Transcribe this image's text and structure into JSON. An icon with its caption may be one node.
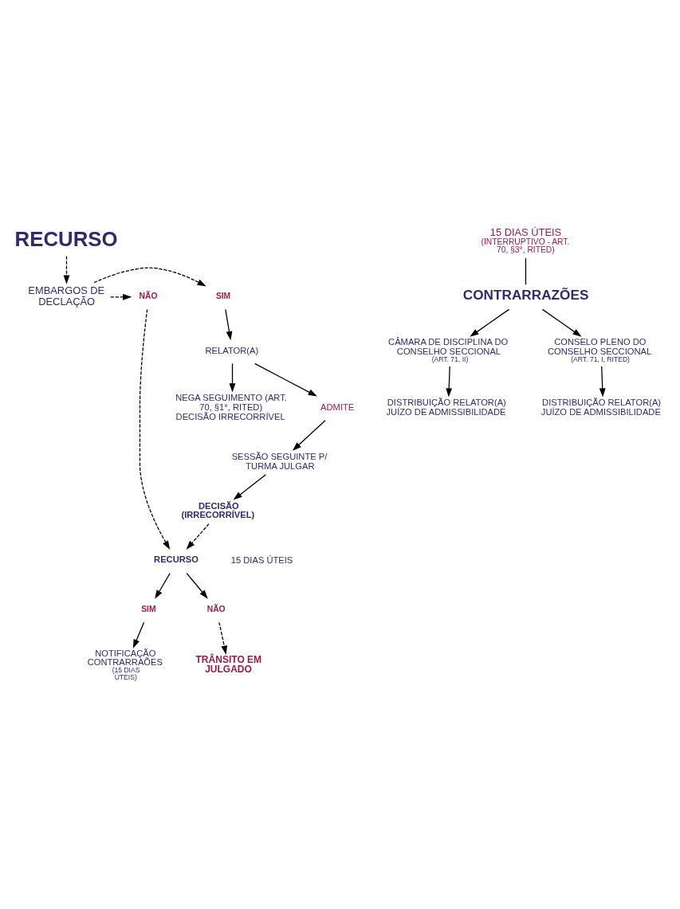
{
  "diagram": {
    "nodes": [
      {
        "text": [
          "RECURSO"
        ]
      },
      {
        "text": [
          "EMBARGOS DE DECLAÇÃO"
        ]
      },
      {
        "text": [
          "15 DIAS ÚTEIS",
          "(INTERRUPTIVO - ART. 70, §3°, RITED)"
        ]
      },
      {
        "text": [
          "SIM"
        ]
      },
      {
        "text": [
          "NÃO"
        ]
      },
      {
        "text": [
          "RELATOR(A)"
        ]
      },
      {
        "text": [
          "ADMITE"
        ]
      },
      {
        "text": [
          "NEGA SEGUIMENTO (ART. 70, §1°, RITED) DECISÃO IRRECORRÍVEL"
        ]
      },
      {
        "text": [
          "SESSÃO SEGUINTE P/ TURMA JULGAR"
        ]
      },
      {
        "text": [
          "DECISÃO (IRRECORRÍVEL)"
        ]
      },
      {
        "text": [
          "RECURSO"
        ],
        "beside": [
          "15 DIAS ÚTEIS"
        ]
      },
      {
        "text": [
          "SIM"
        ]
      },
      {
        "text": [
          "NÃO"
        ]
      },
      {
        "text": [
          "NOTIFICAÇÃO CONTRARRAÕES",
          "(15 DIAS ÚTEIS)"
        ]
      },
      {
        "text": [
          "TRÂNSITO EM JULGADO"
        ]
      },
      {
        "text": [
          "CONTRARRAZÕES"
        ]
      },
      {
        "text": [
          "CÂMARA DE DISCIPLINA DO CONSELHO SECCIONAL",
          "(ART. 71, II)"
        ]
      },
      {
        "text": [
          "CONSELO PLENO DO CONSELHO SECCIONAL",
          "(ART. 71, I, RITED)"
        ]
      },
      {
        "text": [
          "DISTRIBUIÇÃO RELATOR(A) JUÍZO DE ADMISSIBILIDADE"
        ]
      },
      {
        "text": [
          "DISTRIBUIÇÃO RELATOR(A) JUÍZO DE ADMISSIBILIDADE"
        ]
      }
    ],
    "edges": [
      {
        "from": 0,
        "to": 1,
        "arrow": "to",
        "style": "dashed"
      },
      {
        "from": 1,
        "to": 3,
        "arrow": "to",
        "style": "dashed"
      },
      {
        "from": 1,
        "to": 4,
        "arrow": "to",
        "style": "dashed"
      },
      {
        "from": 3,
        "to": 5,
        "arrow": "to"
      },
      {
        "from": 5,
        "to": 6,
        "arrow": "to"
      },
      {
        "from": 5,
        "to": 7,
        "arrow": "to"
      },
      {
        "from": 6,
        "to": 8,
        "arrow": "to"
      },
      {
        "from": 8,
        "to": 9,
        "arrow": "to"
      },
      {
        "from": 9,
        "to": 10,
        "arrow": "to",
        "style": "dashed"
      },
      {
        "from": 4,
        "to": 10,
        "arrow": "to",
        "style": "dashed"
      },
      {
        "from": 10,
        "to": 11,
        "arrow": "to"
      },
      {
        "from": 10,
        "to": 12,
        "arrow": "to"
      },
      {
        "from": 11,
        "to": 13,
        "arrow": "to"
      },
      {
        "from": 12,
        "to": 14,
        "arrow": "to",
        "style": "dashed"
      },
      {
        "from": 2,
        "to": 15,
        "arrow": "none"
      },
      {
        "from": 15,
        "to": 16,
        "arrow": "to"
      },
      {
        "from": 15,
        "to": 17,
        "arrow": "to"
      },
      {
        "from": 16,
        "to": 18,
        "arrow": "to"
      },
      {
        "from": 17,
        "to": 19,
        "arrow": "to"
      }
    ]
  }
}
